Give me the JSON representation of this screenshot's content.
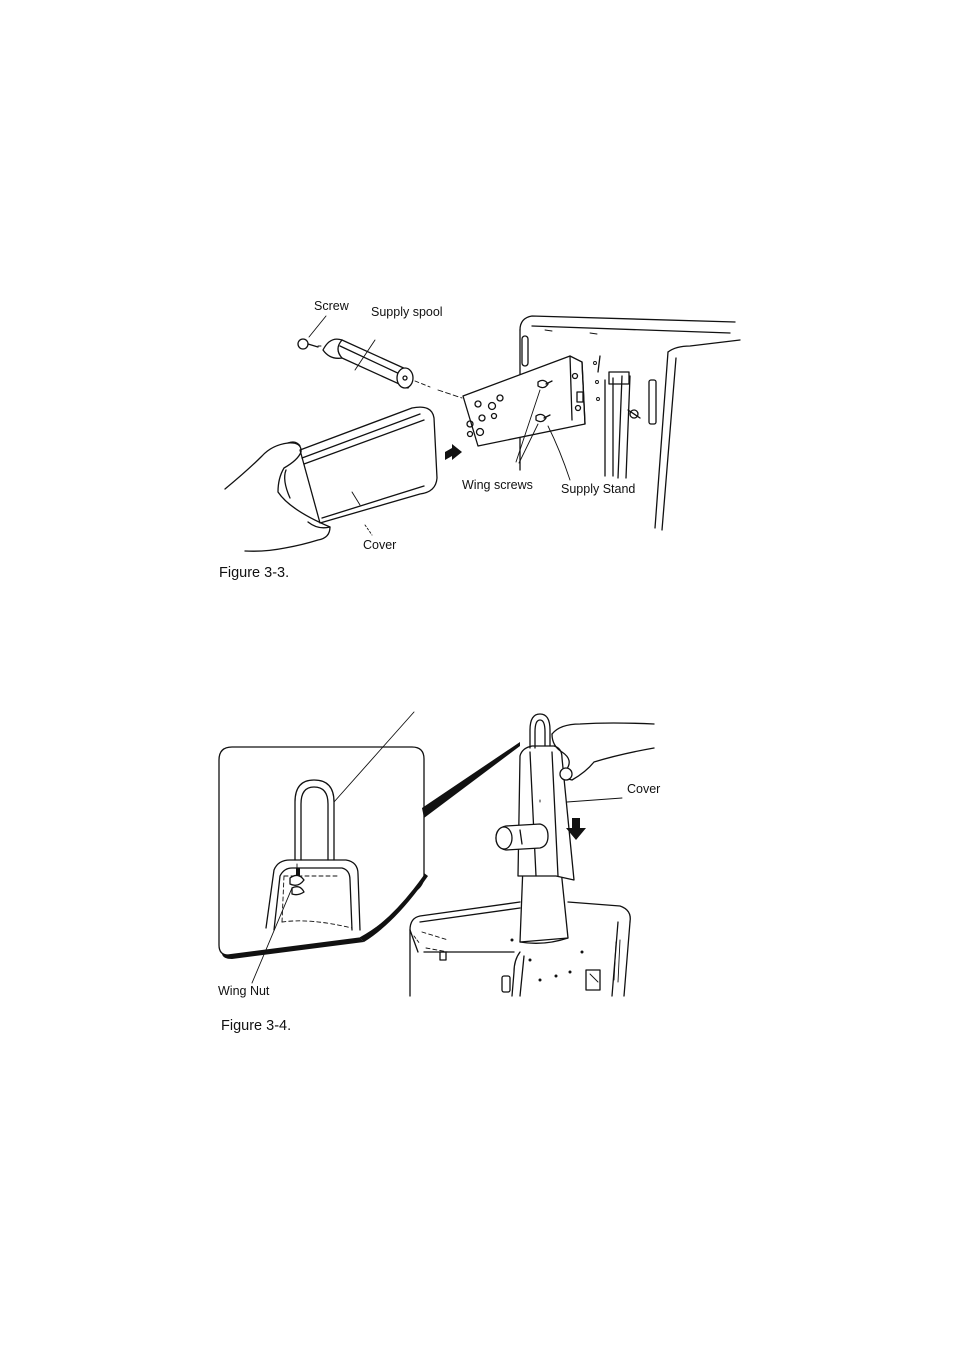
{
  "figure_3_3": {
    "caption": "Figure 3-3.",
    "labels": {
      "screw": "Screw",
      "supply_spool": "Supply spool",
      "wing_screws": "Wing screws",
      "supply_stand": "Supply Stand",
      "cover": "Cover"
    }
  },
  "figure_3_4": {
    "caption": "Figure 3-4.",
    "labels": {
      "cover": "Cover",
      "wing_nut": "Wing Nut"
    }
  }
}
